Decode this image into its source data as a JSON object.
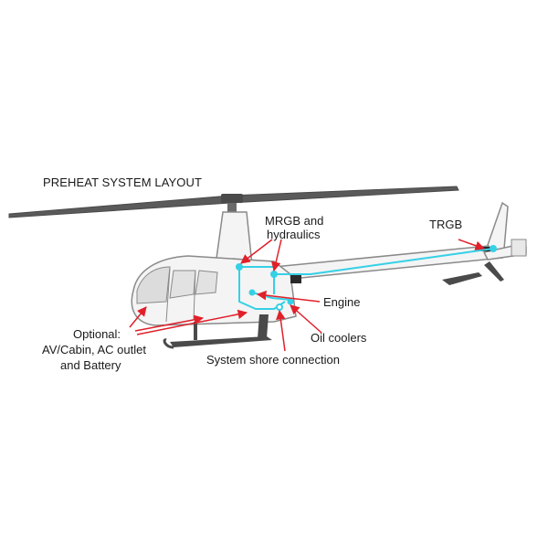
{
  "diagram": {
    "title": "PREHEAT SYSTEM LAYOUT",
    "labels": {
      "mrgb_line1": "MRGB and",
      "mrgb_line2": "hydraulics",
      "trgb": "TRGB",
      "engine": "Engine",
      "oil_coolers": "Oil coolers",
      "shore": "System shore connection",
      "optional_line1": "Optional:",
      "optional_line2": "AV/Cabin, AC outlet",
      "optional_line3": "and Battery"
    },
    "colors": {
      "preheat_line": "#35d0e6",
      "callout_arrow": "#e0202a",
      "outline": "#8a8a8a",
      "rotor": "#5a5a5a",
      "fuselage_fill": "#f4f4f4",
      "glass": "#dcdcdc",
      "dark_part": "#2a2a2a"
    }
  }
}
